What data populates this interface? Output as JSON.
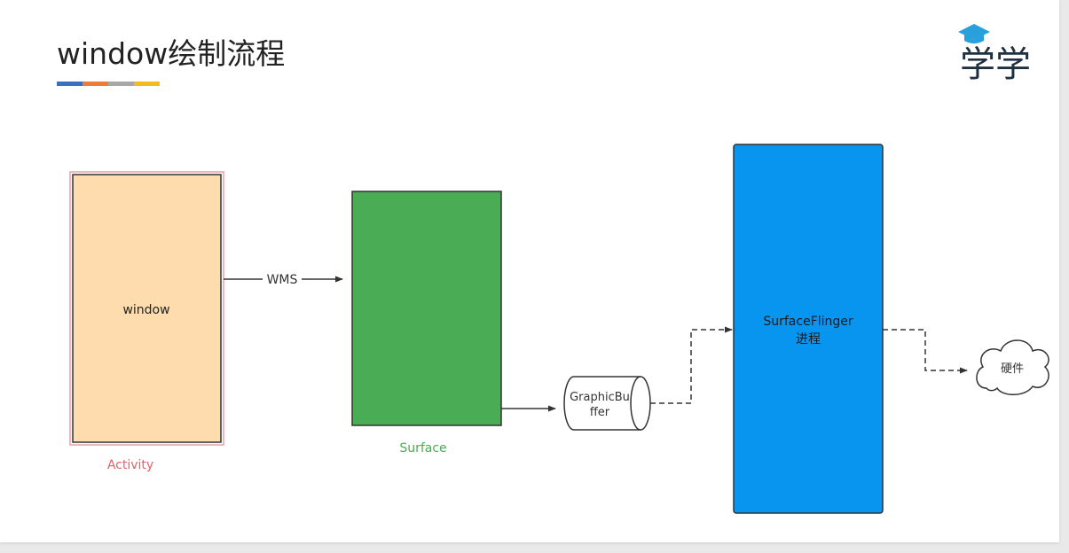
{
  "slide": {
    "title": "window绘制流程",
    "accent_colors": [
      "#3a6fc4",
      "#ec7c3a",
      "#a7a7a7",
      "#f4bb1d"
    ],
    "logo": {
      "icon": "graduation-cap-icon",
      "text": "学学",
      "color": "#1f3040",
      "cap_color": "#27a0db"
    }
  },
  "diagram": {
    "nodes": {
      "window": {
        "label": "window",
        "caption": "Activity",
        "fill": "#fedcae",
        "caption_color": "#e0636b"
      },
      "surface": {
        "label": "",
        "caption": "Surface",
        "fill": "#4aac54",
        "caption_color": "#4aac54"
      },
      "graphic_buffer": {
        "label_line1": "GraphicBu",
        "label_line2": "ffer"
      },
      "surfaceflinger": {
        "label_line1": "SurfaceFlinger",
        "label_line2": "进程",
        "fill": "#0895f0"
      },
      "hardware": {
        "label": "硬件"
      }
    },
    "edges": {
      "window_to_surface": {
        "label": "WMS",
        "style": "solid"
      },
      "surface_to_buffer": {
        "label": "",
        "style": "solid"
      },
      "buffer_to_flinger": {
        "label": "",
        "style": "dashed"
      },
      "flinger_to_hardware": {
        "label": "",
        "style": "dashed"
      }
    }
  }
}
